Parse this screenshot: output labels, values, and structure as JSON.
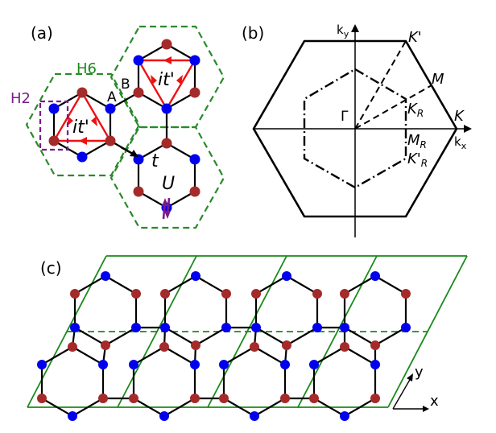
{
  "panels": {
    "a": "(a)",
    "b": "(b)",
    "c": "(c)"
  },
  "panel_a": {
    "label_h6": "H6",
    "label_h2": "H2",
    "label_A": "A",
    "label_B": "B",
    "hop_left": "it'",
    "hop_top": "it'",
    "label_t": "t",
    "label_U": "U"
  },
  "panel_b": {
    "ky": "k",
    "ky_sub": "y",
    "kx": "k",
    "kx_sub": "x",
    "Gamma": "Γ",
    "Kprime": "K'",
    "M": "M",
    "K": "K",
    "KR": "K",
    "KR_sub": "R",
    "MR": "M",
    "MR_sub": "R",
    "KprimeR": "K'",
    "KprimeR_sub": "R"
  },
  "panel_c": {
    "axis_x": "x",
    "axis_y": "y"
  },
  "colors": {
    "red_site": "#a52a2a",
    "blue_site": "#0000ee",
    "green": "#1a8a1a",
    "dashed_green": "#2a8a2a",
    "purple": "#7b1a8a",
    "hop_red": "#ee1111",
    "black": "#000000"
  }
}
